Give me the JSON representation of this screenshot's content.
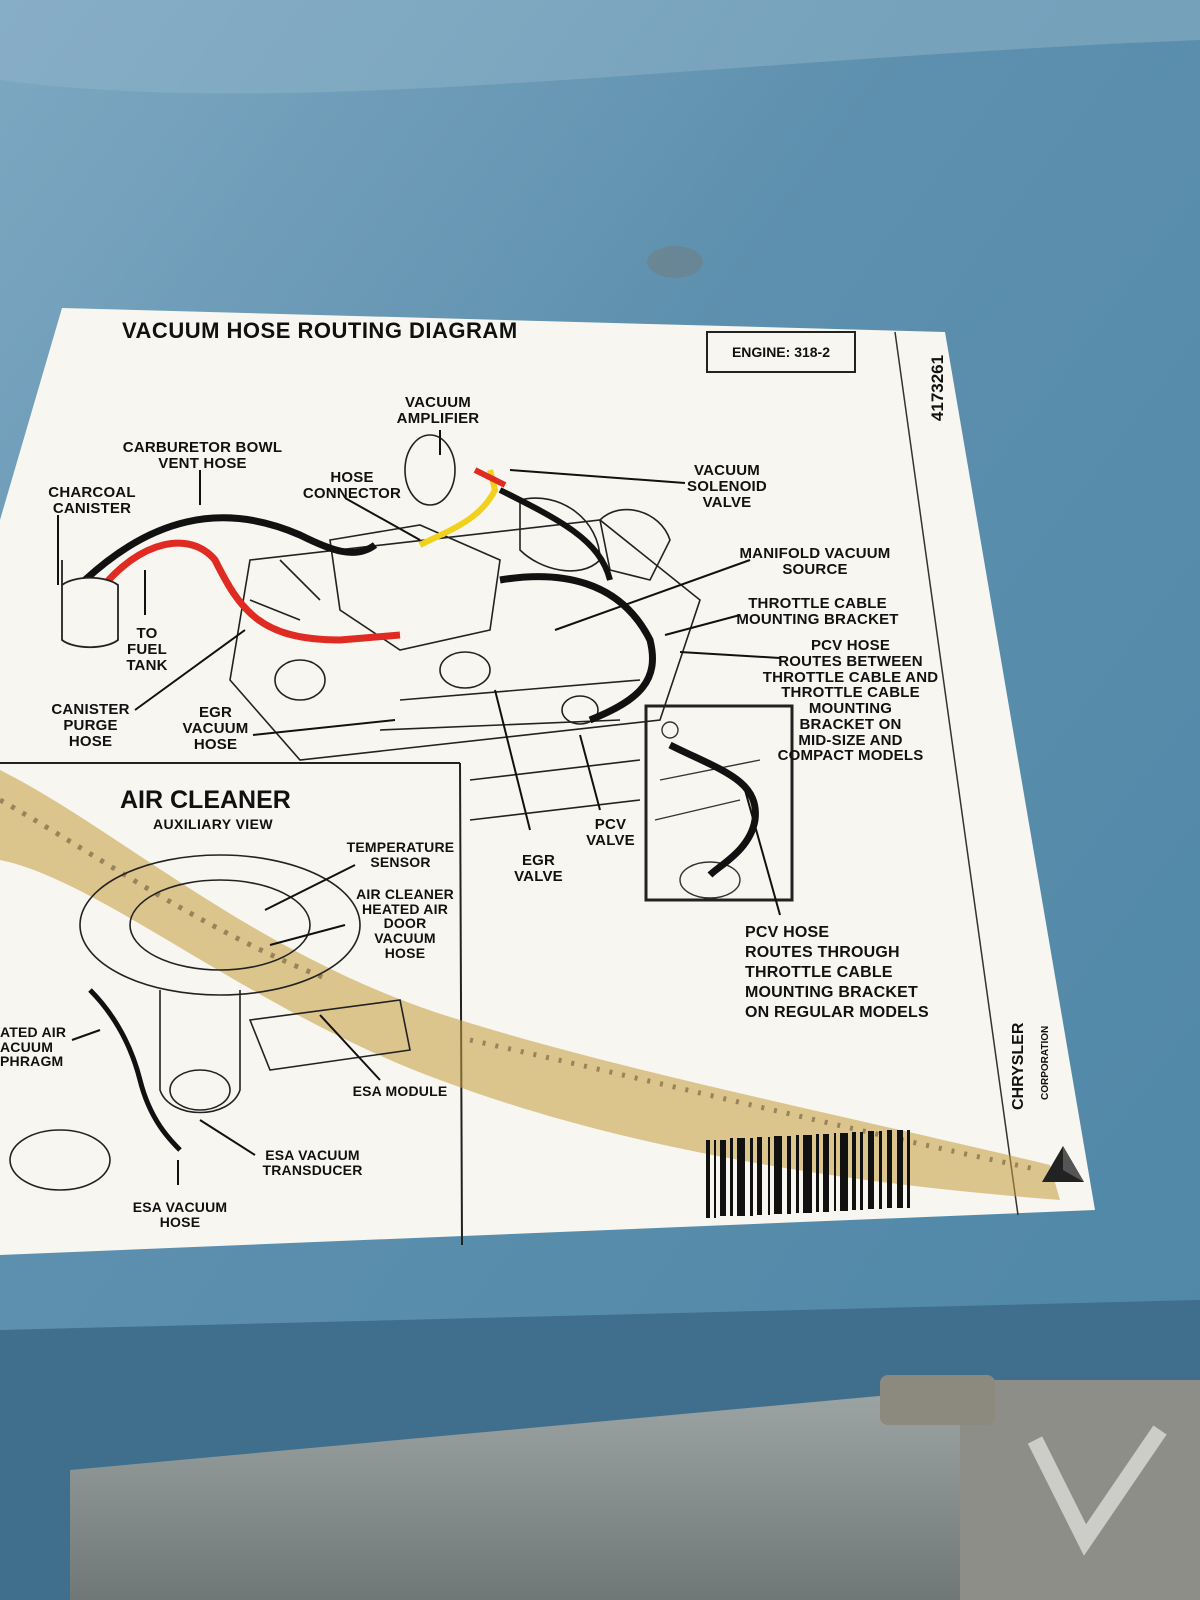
{
  "title": "VACUUM HOSE ROUTING DIAGRAM",
  "engine": "ENGINE: 318-2",
  "part_number": "4173261",
  "labels": {
    "vacuum_amplifier": "VACUUM\nAMPLIFIER",
    "carburetor_bowl_vent_hose": "CARBURETOR BOWL\nVENT HOSE",
    "charcoal_canister": "CHARCOAL\nCANISTER",
    "hose_connector": "HOSE\nCONNECTOR",
    "vacuum_solenoid_valve": "VACUUM\nSOLENOID\nVALVE",
    "manifold_vacuum_source": "MANIFOLD VACUUM\nSOURCE",
    "throttle_cable_mounting_bracket": "THROTTLE CABLE\nMOUNTING BRACKET",
    "pcv_hose_midsize": "PCV HOSE\nROUTES BETWEEN\nTHROTTLE CABLE AND\nTHROTTLE CABLE\nMOUNTING\nBRACKET ON\nMID-SIZE AND\nCOMPACT MODELS",
    "to_fuel_tank": "TO\nFUEL\nTANK",
    "canister_purge_hose": "CANISTER\nPURGE\nHOSE",
    "egr_vacuum_hose": "EGR\nVACUUM\nHOSE",
    "egr_valve": "EGR\nVALVE",
    "pcv_valve": "PCV\nVALVE",
    "pcv_hose_regular": "PCV HOSE\nROUTES THROUGH\nTHROTTLE CABLE\nMOUNTING BRACKET\nON REGULAR MODELS"
  },
  "air_cleaner": {
    "title": "AIR CLEANER",
    "subtitle": "AUXILIARY VIEW",
    "labels": {
      "temperature_sensor": "TEMPERATURE\nSENSOR",
      "heated_air_door_hose": "AIR CLEANER\nHEATED AIR\nDOOR\nVACUUM\nHOSE",
      "heated_air_diaphragm": "ATED AIR\nACUUM\nPHRAGM",
      "esa_module": "ESA MODULE",
      "esa_vacuum_transducer": "ESA VACUUM\nTRANSDUCER",
      "esa_vacuum_hose": "ESA VACUUM\nHOSE"
    }
  },
  "brand": {
    "name": "CHRYSLER",
    "sub": "CORPORATION"
  },
  "colors": {
    "car_paint": "#5f92b0",
    "label_bg": "#f7f6f0",
    "red_hose": "#e02b22",
    "yellow_hose": "#f1d11c",
    "rust": "#c69a3c"
  }
}
